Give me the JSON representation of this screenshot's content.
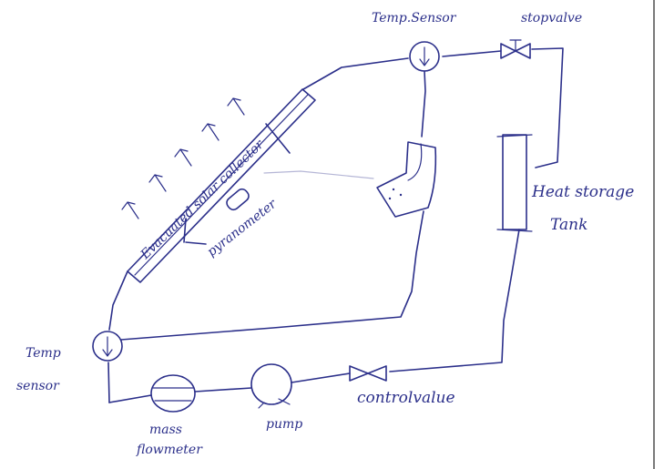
{
  "labels": {
    "temp_sensor_top": "Temp.Sensor",
    "stop_valve": "stopvalve",
    "evacuated_collector": "Evacuated solar collector",
    "pyranometer": "pyranometer",
    "heat_storage_line1": "Heat storage",
    "heat_storage_line2": "Tank",
    "temp_sensor_left_line1": "Temp",
    "temp_sensor_left_line2": "sensor",
    "mass_flowmeter_line1": "mass",
    "mass_flowmeter_line2": "flowmeter",
    "pump": "pump",
    "control_valve": "controlvalue"
  },
  "colors": {
    "ink": "#2b2f8a",
    "background": "#ffffff"
  }
}
